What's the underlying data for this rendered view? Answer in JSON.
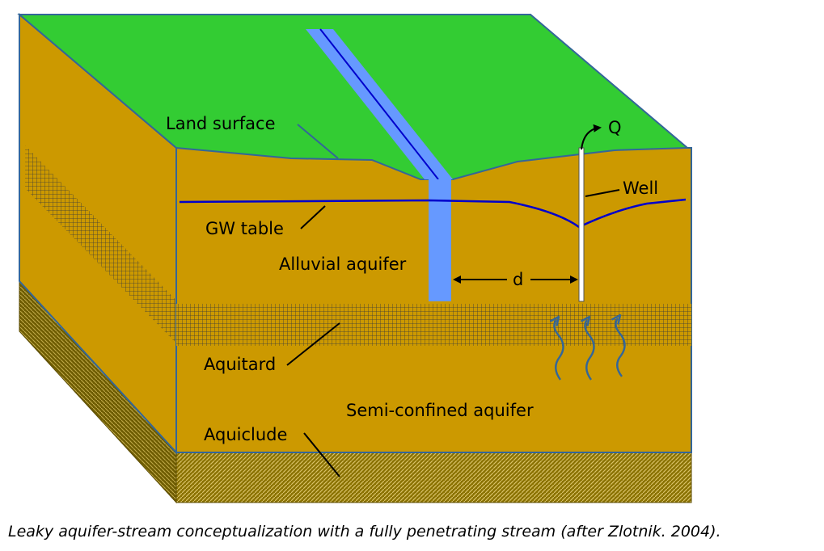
{
  "diagram": {
    "labels": {
      "land_surface": "Land surface",
      "q": "Q",
      "well": "Well",
      "gw_table": "GW table",
      "alluvial_aquifer": "Alluvial aquifer",
      "d": "d",
      "aquitard": "Aquitard",
      "semi_confined_aquifer": "Semi-confined aquifer",
      "aquiclude": "Aquiclude"
    },
    "caption": "Leaky aquifer-stream conceptualization with a fully penetrating stream (after Zlotnik. 2004).",
    "colors": {
      "land_green": "#33cc33",
      "aquifer_brown": "#cc9900",
      "stream_blue": "#6699ff",
      "water_table_line": "#0000cc",
      "edge": "#336699",
      "aquiclude_base": "#998000",
      "flow_arrow": "#336699"
    }
  }
}
